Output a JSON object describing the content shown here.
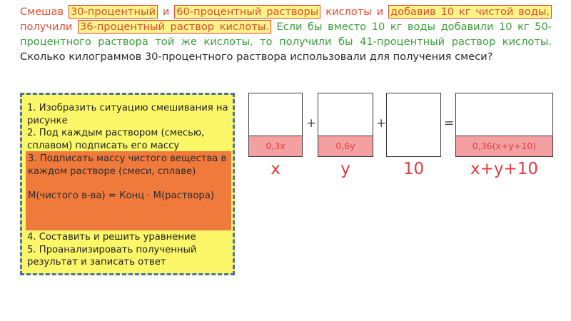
{
  "problem": {
    "p01": "Смешав",
    "p02": "30-процентный",
    "p03": "и",
    "p04": "60-процентный растворы",
    "p05": "кислоты и",
    "p06": "добавив 10 кг чистой воды,",
    "p07": "получили",
    "p08": "36-процентный раствор кислоты.",
    "p09": "Если бы вместо 10 кг воды добавили 10 кг 50-процентного раствора той же кислоты, то получили бы 41-процентный раствор кислоты.",
    "p10": "Сколько килограммов 30-процентного раствора использовали для получения смеси?"
  },
  "steps": {
    "step1": "1. Изобразить ситуацию смешивания на рисунке",
    "step2": "2. Под каждым раствором (смесью, сплавом) подписать его массу",
    "step3": "3. Подписать массу чистого вещества в каждом растворе (смеси, сплаве)",
    "formula": "M(чистого в-ва) = Конц · M(раствора)",
    "step4": "4. Составить и решить уравнение",
    "step5": "5. Проанализировать полученный результат и записать ответ"
  },
  "diagram": {
    "v1_label": "0,3x",
    "v2_label": "0,6y",
    "v4_label": "0,36(x+y+10)",
    "plus1": "+",
    "plus2": "+",
    "equals": "=",
    "m1": "x",
    "m2": "y",
    "m3": "10",
    "m4": "x+y+10"
  },
  "colors": {
    "highlight": "#fdf58a",
    "highlight_border": "#e64a2e",
    "steps_bg": "#fbf769",
    "step3_bg": "#f07a3c",
    "fill": "#f4a0a0",
    "accent_red": "#e23b3b",
    "green": "#3aa03a"
  }
}
